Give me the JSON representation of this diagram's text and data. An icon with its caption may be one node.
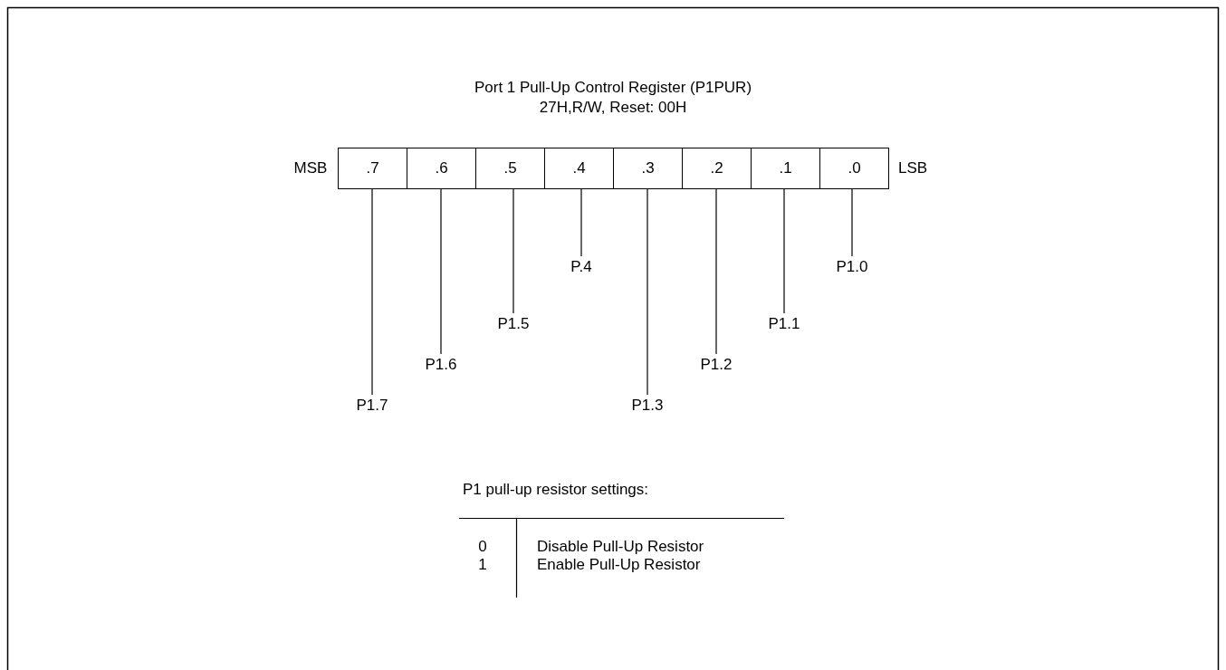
{
  "diagram": {
    "title": "Port 1 Pull-Up Control Register (P1PUR)",
    "nodes": [
      {
        "text": [
          ".7"
        ]
      },
      {
        "text": [
          ".6"
        ]
      },
      {
        "text": [
          ".5"
        ]
      },
      {
        "text": [
          ".4"
        ]
      },
      {
        "text": [
          ".3"
        ]
      },
      {
        "text": [
          ".2"
        ]
      },
      {
        "text": [
          ".1"
        ]
      },
      {
        "text": [
          ".0"
        ]
      },
      {
        "text": [
          "P1.7"
        ]
      },
      {
        "text": [
          "P1.6"
        ]
      },
      {
        "text": [
          "P1.5"
        ]
      },
      {
        "text": [
          "P.4"
        ]
      },
      {
        "text": [
          "P1.3"
        ]
      },
      {
        "text": [
          "P1.2"
        ]
      },
      {
        "text": [
          "P1.1"
        ]
      },
      {
        "text": [
          "P1.0"
        ]
      }
    ],
    "edges": [
      {
        "from": 0,
        "to": 8,
        "arrow": "none"
      },
      {
        "from": 1,
        "to": 9,
        "arrow": "none"
      },
      {
        "from": 2,
        "to": 10,
        "arrow": "none"
      },
      {
        "from": 3,
        "to": 11,
        "arrow": "none"
      },
      {
        "from": 4,
        "to": 12,
        "arrow": "none"
      },
      {
        "from": 5,
        "to": 13,
        "arrow": "none"
      },
      {
        "from": 6,
        "to": 14,
        "arrow": "none"
      },
      {
        "from": 7,
        "to": 15,
        "arrow": "none"
      }
    ],
    "labels": [
      "27H,R/W, Reset: 00H",
      "MSB",
      "LSB",
      "P1 pull-up resistor settings:",
      "0",
      "Disable Pull-Up Resistor",
      "1",
      "Enable Pull-Up Resistor"
    ]
  }
}
